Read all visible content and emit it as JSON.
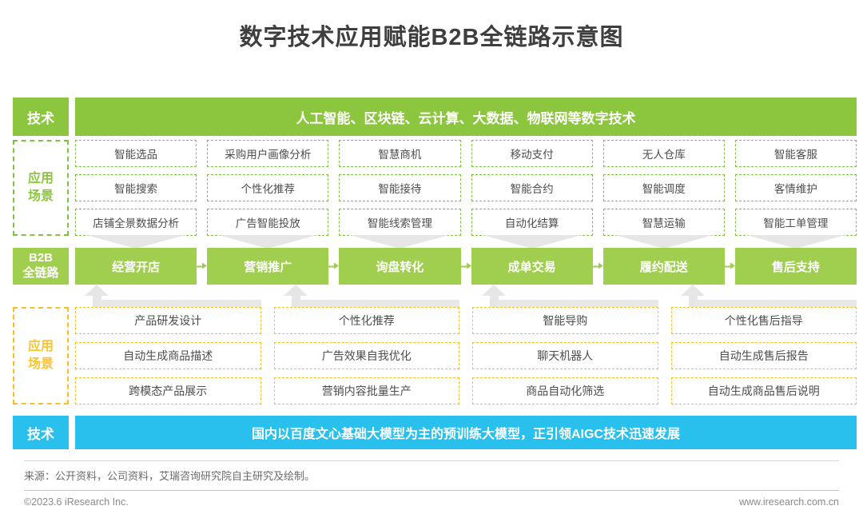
{
  "page_title": "数字技术应用赋能B2B全链路示意图",
  "labels": {
    "tech_top": "技术",
    "app_top": "应用\n场景",
    "app_top_line1": "应用",
    "app_top_line2": "场景",
    "b2b_line1": "B2B",
    "b2b_line2": "全链路",
    "app_bot_line1": "应用",
    "app_bot_line2": "场景",
    "tech_bot": "技术"
  },
  "tech_banner_top": "人工智能、区块链、云计算、大数据、物联网等数字技术",
  "tech_banner_bottom": "国内以百度文心基础大模型为主的预训练大模型，正引领AIGC技术迅速发展",
  "chain": [
    {
      "label": "经营开店"
    },
    {
      "label": "营销推广"
    },
    {
      "label": "询盘转化"
    },
    {
      "label": "成单交易"
    },
    {
      "label": "履约配送"
    },
    {
      "label": "售后支持"
    }
  ],
  "scenarios_top": [
    {
      "items": [
        "智能选品",
        "智能搜索",
        "店铺全景数据分析"
      ]
    },
    {
      "items": [
        "采购用户画像分析",
        "个性化推荐",
        "广告智能投放"
      ]
    },
    {
      "items": [
        "智慧商机",
        "智能接待",
        "智能线索管理"
      ]
    },
    {
      "items": [
        "移动支付",
        "智能合约",
        "自动化结算"
      ]
    },
    {
      "items": [
        "无人仓库",
        "智能调度",
        "智慧运输"
      ]
    },
    {
      "items": [
        "智能客服",
        "客情维护",
        "智能工单管理"
      ]
    }
  ],
  "scenarios_bottom": [
    {
      "items": [
        "产品研发设计",
        "自动生成商品描述",
        "跨模态产品展示"
      ]
    },
    {
      "items": [
        "个性化推荐",
        "广告效果自我优化",
        "营销内容批量生产"
      ]
    },
    {
      "items": [
        "智能导购",
        "聊天机器人",
        "商品自动化筛选"
      ]
    },
    {
      "items": [
        "个性化售后指导",
        "自动生成售后报告",
        "自动生成商品售后说明"
      ]
    }
  ],
  "footer": {
    "source": "来源：公开资料，公司资料，艾瑞咨询研究院自主研究及绘制。",
    "copyright": "©2023.6 iResearch Inc.",
    "website": "www.iresearch.com.cn"
  },
  "colors": {
    "green_primary": "#8cc63e",
    "green_chain": "#a0ce4e",
    "green_dash": "#7ec243",
    "yellow_dash": "#fbbf24",
    "yellow_text": "#fcc42c",
    "blue": "#29c0ee",
    "gray_arrow": "#e6e6e6",
    "text_dark": "#4d4d4d"
  }
}
